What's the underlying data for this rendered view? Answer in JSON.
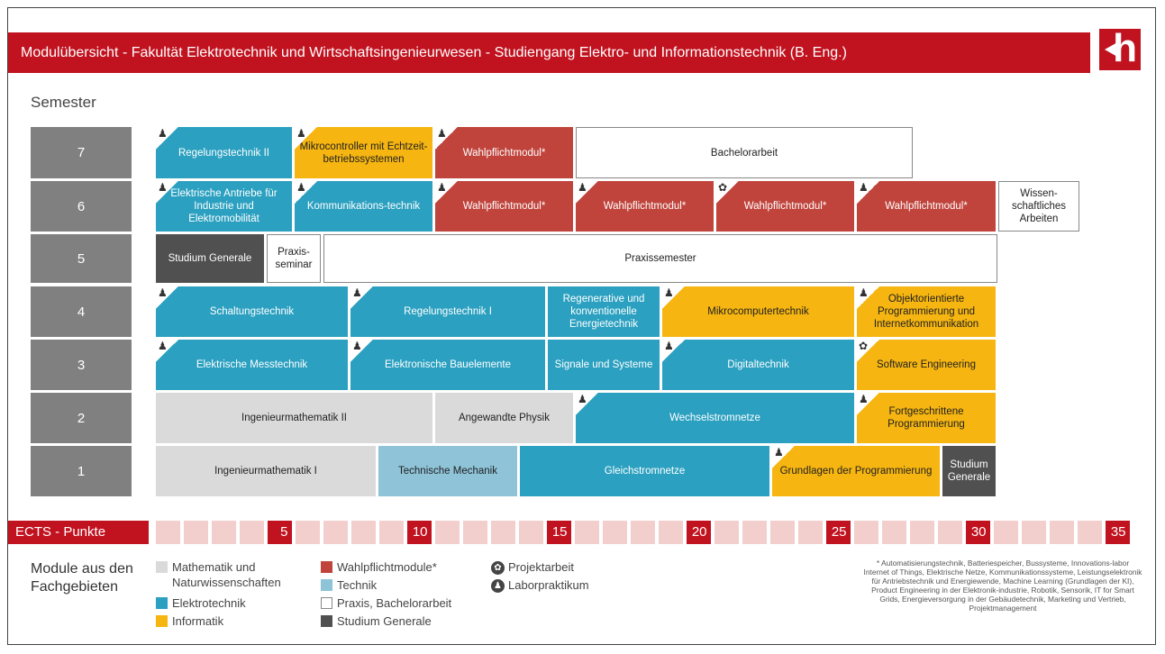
{
  "header": {
    "title": "Modulübersicht - Fakultät Elektrotechnik und Wirtschaftsingenieurwesen - Studiengang Elektro- und Informationstechnik (B. Eng.)",
    "logo_glyph": "h"
  },
  "semester_title": "Semester",
  "semesters": [
    "7",
    "6",
    "5",
    "4",
    "3",
    "2",
    "1"
  ],
  "modules": {
    "s7": [
      {
        "label": "Regelungstechnik II",
        "color": "tech",
        "icon": "lab"
      },
      {
        "label": "Mikrocontroller mit Echtzeit-betriebssystemen",
        "color": "info",
        "icon": "lab"
      },
      {
        "label": "Wahlpflichtmodul*",
        "color": "wahl",
        "icon": "lab"
      },
      {
        "label": "Bachelorarbeit",
        "color": "pract",
        "icon": ""
      }
    ],
    "s6": [
      {
        "label": "Elektrische Antriebe für Industrie und Elektromobilität",
        "color": "tech",
        "icon": "lab"
      },
      {
        "label": "Kommunikations-technik",
        "color": "tech",
        "icon": "lab"
      },
      {
        "label": "Wahlpflichtmodul*",
        "color": "wahl",
        "icon": "lab"
      },
      {
        "label": "Wahlpflichtmodul*",
        "color": "wahl",
        "icon": "lab"
      },
      {
        "label": "Wahlpflichtmodul*",
        "color": "wahl",
        "icon": "proj"
      },
      {
        "label": "Wahlpflichtmodul*",
        "color": "wahl",
        "icon": "lab"
      },
      {
        "label": "Wissen-schaftliches Arbeiten",
        "color": "pract",
        "icon": ""
      }
    ],
    "s5": [
      {
        "label": "Studium Generale",
        "color": "stud",
        "icon": ""
      },
      {
        "label": "Praxis-seminar",
        "color": "pract",
        "icon": ""
      },
      {
        "label": "Praxissemester",
        "color": "pract",
        "icon": ""
      }
    ],
    "s4": [
      {
        "label": "Schaltungstechnik",
        "color": "tech",
        "icon": "lab"
      },
      {
        "label": "Regelungstechnik I",
        "color": "tech",
        "icon": "lab"
      },
      {
        "label": "Regenerative und konventionelle Energietechnik",
        "color": "tech",
        "icon": ""
      },
      {
        "label": "Mikrocomputertechnik",
        "color": "info",
        "icon": "lab"
      },
      {
        "label": "Objektorientierte Programmierung und Internetkommunikation",
        "color": "info",
        "icon": "lab"
      }
    ],
    "s3": [
      {
        "label": "Elektrische Messtechnik",
        "color": "tech",
        "icon": "lab"
      },
      {
        "label": "Elektronische Bauelemente",
        "color": "tech",
        "icon": "lab"
      },
      {
        "label": "Signale und Systeme",
        "color": "tech",
        "icon": ""
      },
      {
        "label": "Digitaltechnik",
        "color": "tech",
        "icon": "lab"
      },
      {
        "label": "Software Engineering",
        "color": "info",
        "icon": "proj"
      }
    ],
    "s2": [
      {
        "label": "Ingenieurmathematik II",
        "color": "math",
        "icon": ""
      },
      {
        "label": "Angewandte Physik",
        "color": "math",
        "icon": ""
      },
      {
        "label": "Wechselstromnetze",
        "color": "tech",
        "icon": "lab"
      },
      {
        "label": "Fortgeschrittene Programmierung",
        "color": "info",
        "icon": "lab"
      }
    ],
    "s1": [
      {
        "label": "Ingenieurmathematik I",
        "color": "math",
        "icon": ""
      },
      {
        "label": "Technische Mechanik",
        "color": "light",
        "icon": ""
      },
      {
        "label": "Gleichstromnetze",
        "color": "tech",
        "icon": ""
      },
      {
        "label": "Grundlagen der Programmierung",
        "color": "info",
        "icon": "lab"
      },
      {
        "label": "Studium Generale",
        "color": "stud",
        "icon": ""
      }
    ]
  },
  "ects": {
    "label": "ECTS - Punkte",
    "marks": [
      "5",
      "10",
      "15",
      "20",
      "25",
      "30",
      "35"
    ]
  },
  "legend": {
    "title": "Module aus den Fachgebieten",
    "items": {
      "math": "Mathematik und Naturwissenschaften",
      "tech": "Elektrotechnik",
      "info": "Informatik",
      "wahl": "Wahlpflichtmodule*",
      "light": "Technik",
      "pract": "Praxis, Bachelorarbeit",
      "stud": "Studium Generale",
      "proj": "Projektarbeit",
      "lab": "Laborpraktikum"
    },
    "colors": {
      "math": "#dadada",
      "tech": "#2ba0c0",
      "info": "#f6b510",
      "wahl": "#c0443c",
      "light": "#8ec3d8",
      "pract": "#ffffff",
      "stud": "#505050"
    },
    "footnote": "* Automatisierungstechnik, Batteriespeicher, Bussysteme, Innovations-labor Internet of Things, Elektrische Netze, Kommunikationssysteme, Leistungselektronik für Antriebstechnik und Energiewende, Machine Learning (Grundlagen der KI), Product Engineering in der Elektronik-industrie, Robotik, Sensorik, IT for Smart Grids, Energieversorgung in der Gebäudetechnik, Marketing und Vertrieb, Projektmanagement"
  }
}
